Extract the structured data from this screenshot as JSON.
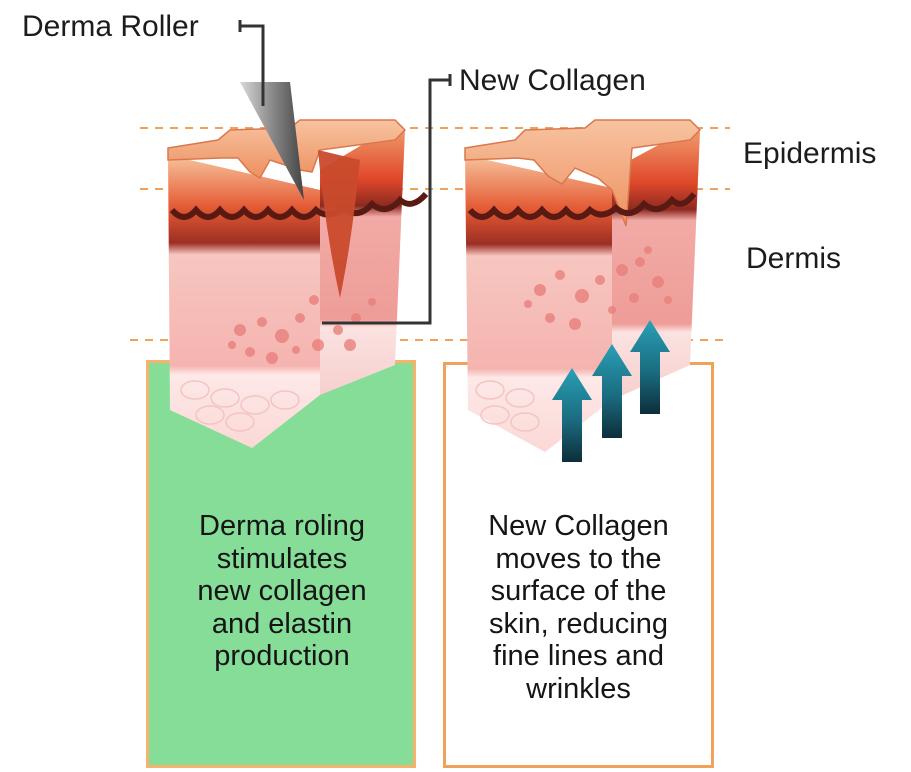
{
  "labels": {
    "derma_roller": "Derma Roller",
    "new_collagen": "New Collagen",
    "epidermis": "Epidermis",
    "dermis": "Dermis"
  },
  "panels": {
    "left_text": [
      "Derma roling",
      "stimulates",
      "new collagen",
      "and elastin",
      "production"
    ],
    "right_text": [
      "New Collagen",
      "moves to the",
      "surface of the",
      "skin, reducing",
      "fine lines and",
      "wrinkles"
    ]
  },
  "colors": {
    "left_panel_fill": "#86dd98",
    "panel_border": "#f0a25a",
    "guide_line": "#f0a25a",
    "epidermis_top": "#f0a070",
    "epidermis_red": "#e0482a",
    "dermis_pink": "#f4b5b2",
    "fat_layer": "#fde6e6",
    "arrow_teal": "#1d7f94"
  },
  "icons": {
    "derma_roller_needle": "needle-cone-icon",
    "collagen_arrow": "up-arrow-icon"
  }
}
